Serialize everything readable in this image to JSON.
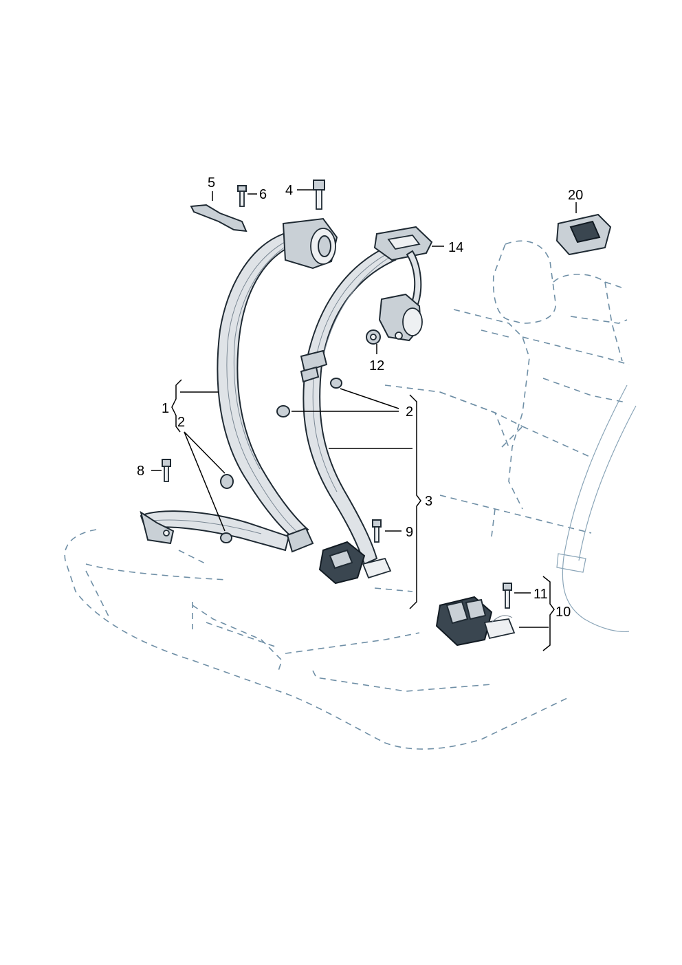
{
  "diagram": {
    "callouts": {
      "c1": "1",
      "c2a": "2",
      "c2b": "2",
      "c3": "3",
      "c4": "4",
      "c5": "5",
      "c6": "6",
      "c8": "8",
      "c9": "9",
      "c10": "10",
      "c11": "11",
      "c12": "12",
      "c14": "14",
      "c20": "20"
    }
  }
}
